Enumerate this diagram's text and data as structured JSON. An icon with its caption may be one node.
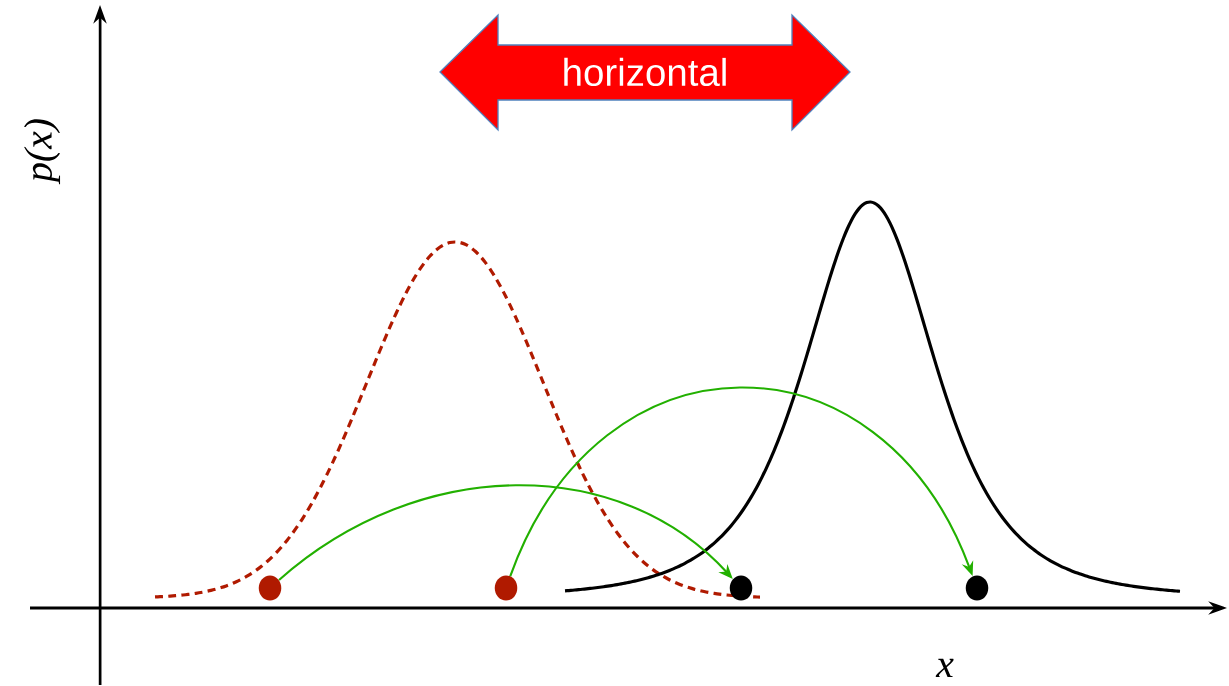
{
  "diagram": {
    "nodes": [
      {
        "text": [
          "horizontal"
        ]
      },
      {
        "text": [],
        "shape": "circle"
      },
      {
        "text": [],
        "shape": "circle"
      },
      {
        "text": [],
        "shape": "circle"
      },
      {
        "text": [],
        "shape": "circle"
      }
    ],
    "edges": [
      {
        "from": 1,
        "to": 3,
        "arrow": "to"
      },
      {
        "from": 2,
        "to": 4,
        "arrow": "to"
      }
    ],
    "labels": [
      "p(x)",
      "x"
    ]
  }
}
